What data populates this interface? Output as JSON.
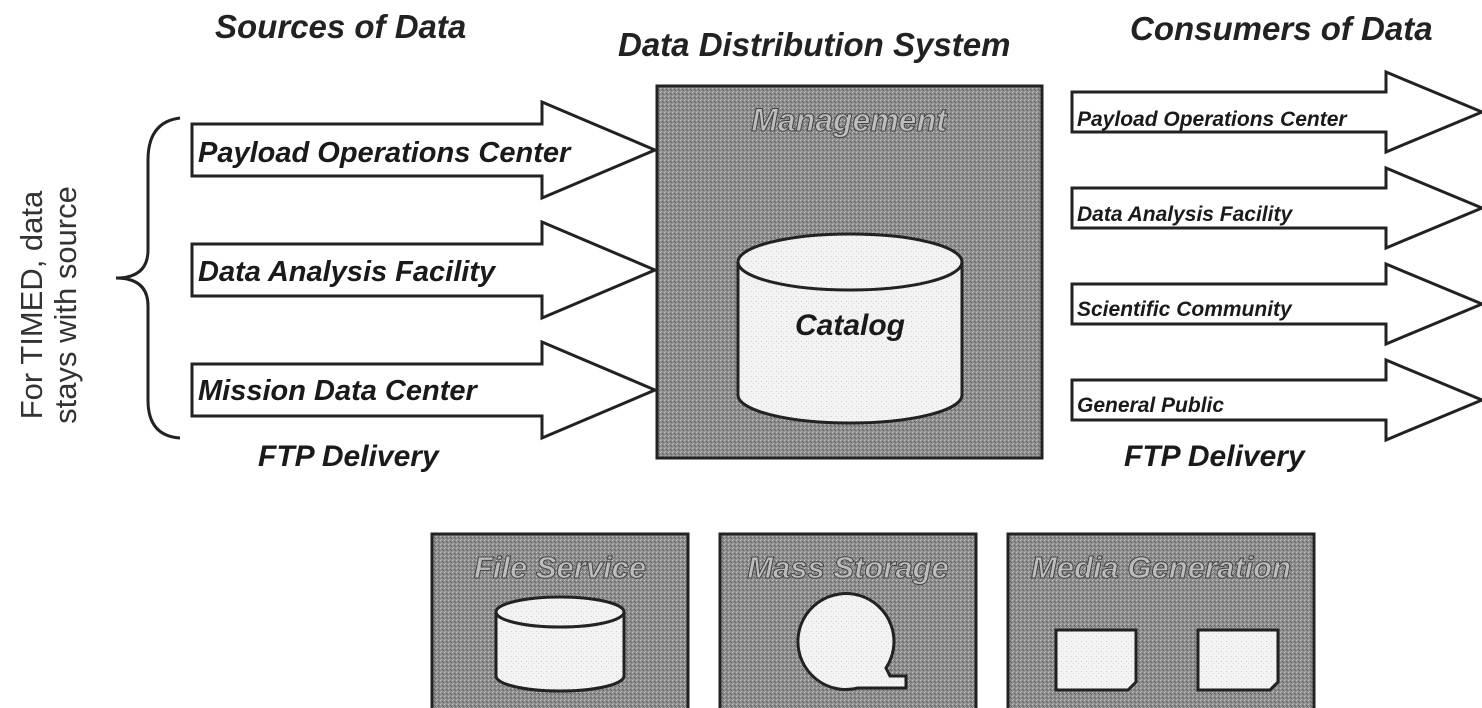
{
  "headings": {
    "sources": "Sources of Data",
    "dds": "Data Distribution System",
    "consumers": "Consumers of Data"
  },
  "side_note": {
    "line1": "For TIMED, data",
    "line2": "stays with source"
  },
  "sources": [
    "Payload Operations Center",
    "Data Analysis Facility",
    "Mission Data Center"
  ],
  "consumers": [
    "Payload Operations Center",
    "Data Analysis Facility",
    "Scientific Community",
    "General Public"
  ],
  "ftp_left": "FTP Delivery",
  "ftp_right": "FTP Delivery",
  "management": {
    "title": "Management",
    "catalog": "Catalog"
  },
  "services": {
    "file_service": "File Service",
    "mass_storage": "Mass Storage",
    "media_generation": "Media Generation"
  },
  "colors": {
    "box_fill": "#8e8e8e",
    "cylinder_fill": "#f2f2f2",
    "arrow_fill": "#ffffff",
    "outline": "#222222"
  }
}
